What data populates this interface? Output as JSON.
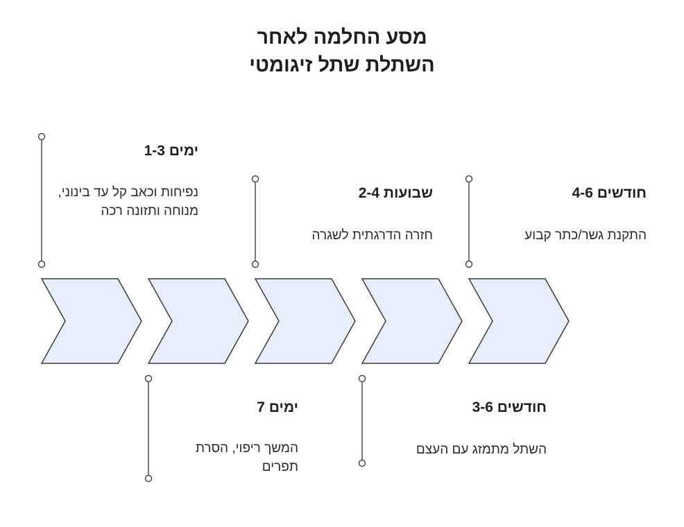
{
  "title": {
    "line1": "מסע החלמה לאחר",
    "line2": "השתלת שתל זיגומטי"
  },
  "colors": {
    "chevron_fill": "#e6eefb",
    "chevron_stroke": "#3a3a3a",
    "line": "#4a4a4a"
  },
  "milestones": [
    {
      "heading": "ימים 1-3",
      "desc": "נפיחות וכאב קל עד בינוני, מנוחה ותזונה רכה"
    },
    {
      "heading": "ימים 7",
      "desc": "המשך ריפוי, הסרת תפרים"
    },
    {
      "heading": "שבועות 2-4",
      "desc": "חזרה הדרגתית לשגרה"
    },
    {
      "heading": "חודשים 3-6",
      "desc": "השתל מתמזג עם העצם"
    },
    {
      "heading": "חודשים 4-6",
      "desc": "התקנת גשר/כתר קבוע"
    }
  ]
}
